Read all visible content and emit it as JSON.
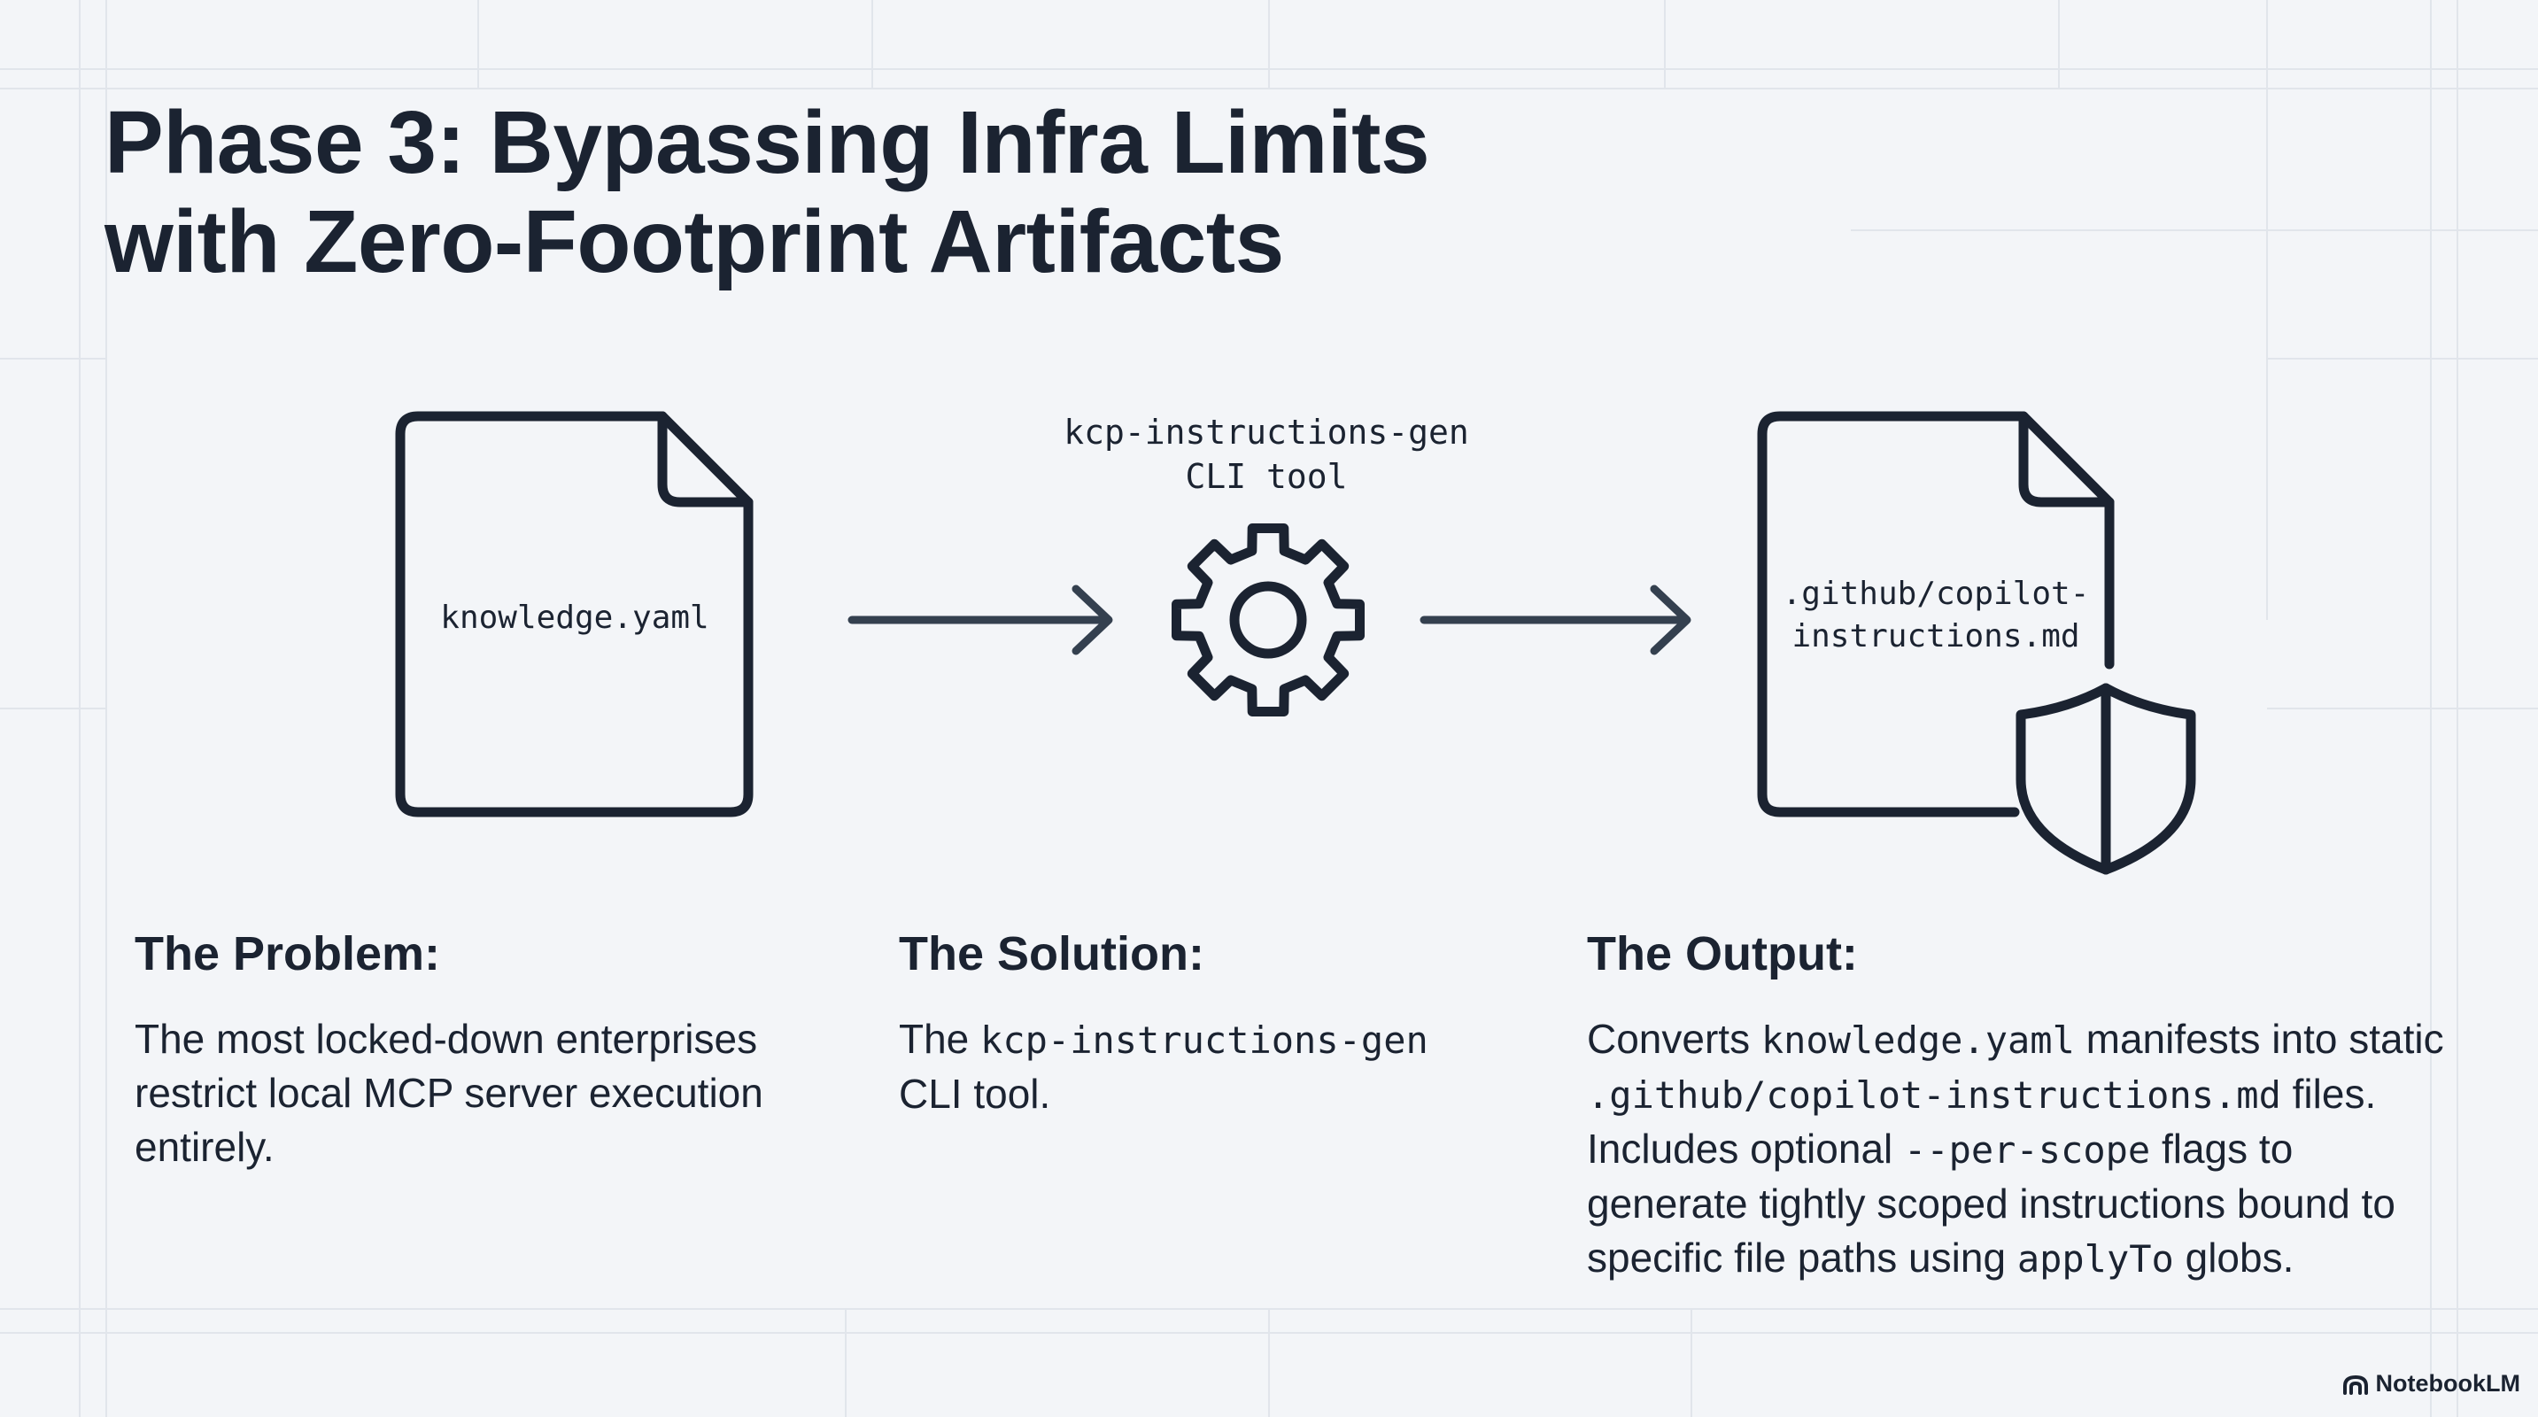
{
  "title": {
    "line1": "Phase 3: Bypassing Infra Limits",
    "line2": "with Zero-Footprint Artifacts"
  },
  "diagram": {
    "input_file": {
      "label": "knowledge.yaml",
      "icon": "document-icon"
    },
    "tool": {
      "label_line1": "kcp-instructions-gen",
      "label_line2": "CLI tool",
      "icon": "gear-icon"
    },
    "output_file": {
      "label_line1": ".github/copilot-",
      "label_line2": "instructions.md",
      "icon": "document-icon",
      "badge_icon": "shield-icon"
    },
    "arrow_icon": "arrow-right-icon"
  },
  "columns": {
    "problem": {
      "heading": "The Problem:",
      "body": "The most locked-down enterprises restrict local MCP server execution entirely."
    },
    "solution": {
      "heading": "The Solution:",
      "body_prefix": "The ",
      "body_code": "kcp-instructions-gen",
      "body_suffix": " CLI tool."
    },
    "output": {
      "heading": "The Output:",
      "t1": "Converts ",
      "c1": "knowledge.yaml",
      "t2": " manifests into static ",
      "c2": ".github/copilot-instructions.md",
      "t3": " files. Includes optional ",
      "c3": "--per-scope",
      "t4": " flags to generate tightly scoped instructions bound to specific file paths using ",
      "c4": "applyTo",
      "t5": " globs."
    }
  },
  "branding": {
    "label": "NotebookLM",
    "icon": "notebooklm-logo-icon"
  },
  "colors": {
    "background": "#f3f5f8",
    "ink": "#1b2331",
    "grid": "#e2e6ec"
  }
}
